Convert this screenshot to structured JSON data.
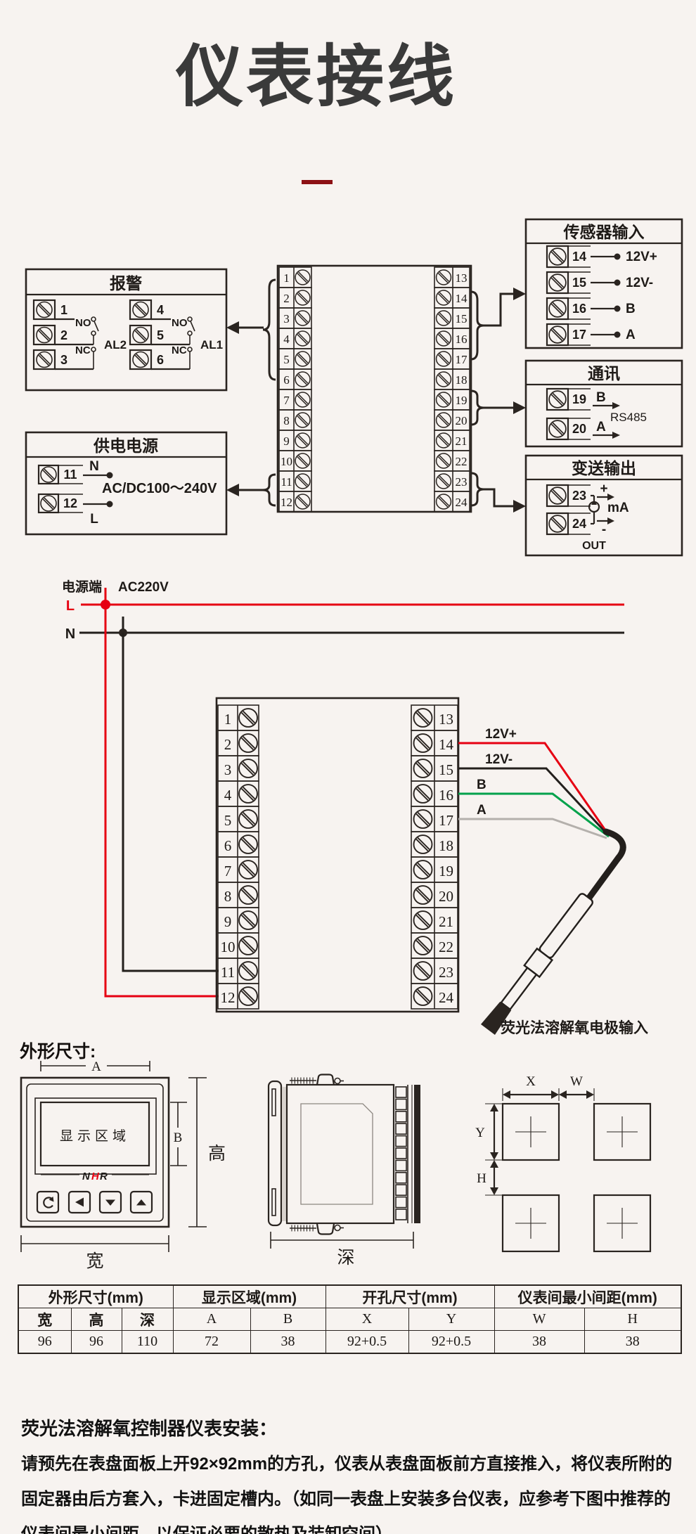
{
  "title": "仪表接线",
  "colors": {
    "background": "#f7f3f0",
    "line_dark": "#2a2420",
    "accent_red": "#e60012",
    "dash_red": "#8c1014",
    "green_wire": "#00a24b",
    "gray_wire": "#b4b0ac",
    "logo_red": "#cc1414"
  },
  "top": {
    "alarm": {
      "title": "报警",
      "groups": [
        {
          "terminals": [
            "1",
            "2",
            "3"
          ],
          "no": "NO",
          "nc": "NC",
          "label": "AL2"
        },
        {
          "terminals": [
            "4",
            "5",
            "6"
          ],
          "no": "NO",
          "nc": "NC",
          "label": "AL1"
        }
      ]
    },
    "power": {
      "title": "供电电源",
      "t1": "11",
      "t2": "12",
      "n": "N",
      "l": "L",
      "voltage": "AC/DC100～240V"
    },
    "block1": {
      "left": [
        "1",
        "2",
        "3",
        "4",
        "5",
        "6",
        "7",
        "8",
        "9",
        "10",
        "11",
        "12"
      ],
      "right": [
        "13",
        "14",
        "15",
        "16",
        "17",
        "18",
        "19",
        "20",
        "21",
        "22",
        "23",
        "24"
      ]
    },
    "sensor": {
      "title": "传感器输入",
      "rows": [
        {
          "n": "14",
          "label": "12V+"
        },
        {
          "n": "15",
          "label": "12V-"
        },
        {
          "n": "16",
          "label": "B"
        },
        {
          "n": "17",
          "label": "A"
        }
      ]
    },
    "comm": {
      "title": "通讯",
      "rows": [
        {
          "n": "19",
          "label": "B"
        },
        {
          "n": "20",
          "label": "A"
        }
      ],
      "bus": "RS485"
    },
    "out": {
      "title": "变送输出",
      "terminals": [
        "23",
        "24"
      ],
      "plus": "+",
      "minus": "-",
      "unit": "mA",
      "out": "OUT"
    }
  },
  "mid": {
    "source_label": "电源端",
    "voltage": "AC220V",
    "l": "L",
    "n": "N",
    "block2": {
      "left": [
        "1",
        "2",
        "3",
        "4",
        "5",
        "6",
        "7",
        "8",
        "9",
        "10",
        "11",
        "12"
      ],
      "right": [
        "13",
        "14",
        "15",
        "16",
        "17",
        "18",
        "19",
        "20",
        "21",
        "22",
        "23",
        "24"
      ]
    },
    "wires": [
      {
        "terminal": "14",
        "label": "12V+",
        "color": "#e60012"
      },
      {
        "terminal": "15",
        "label": "12V-",
        "color": "#231f1c"
      },
      {
        "terminal": "16",
        "label": "B",
        "color": "#00a24b"
      },
      {
        "terminal": "17",
        "label": "A",
        "color": "#b4b0ac"
      }
    ],
    "probe_label": "荧光法溶解氧电极输入"
  },
  "dims": {
    "heading": "外形尺寸:",
    "front": {
      "a": "A",
      "b": "B",
      "height": "高",
      "width": "宽",
      "display": "显示区域",
      "logo": {
        "n": "N",
        "h": "H",
        "r": "R"
      },
      "button_icons": [
        "loop-arrow",
        "left-triangle",
        "down-triangle",
        "up-triangle"
      ]
    },
    "side": {
      "depth": "深"
    },
    "cutout": {
      "x": "X",
      "w": "W",
      "y": "Y",
      "h": "H"
    }
  },
  "table": {
    "groups": [
      "外形尺寸(mm)",
      "显示区域(mm)",
      "开孔尺寸(mm)",
      "仪表间最小间距(mm)"
    ],
    "cols": [
      "宽",
      "高",
      "深",
      "A",
      "B",
      "X",
      "Y",
      "W",
      "H"
    ],
    "values": [
      "96",
      "96",
      "110",
      "72",
      "38",
      "92+0.5",
      "92+0.5",
      "38",
      "38"
    ]
  },
  "install": {
    "heading": "荧光法溶解氧控制器仪表安装：",
    "body": "请预先在表盘面板上开92×92mm的方孔，仪表从表盘面板前方直接推入，将仪表所附的固定器由后方套入，卡进固定槽内。（如同一表盘上安装多台仪表，应参考下图中推荐的仪表间最小间距，以保证必要的散热及装卸空间）"
  }
}
